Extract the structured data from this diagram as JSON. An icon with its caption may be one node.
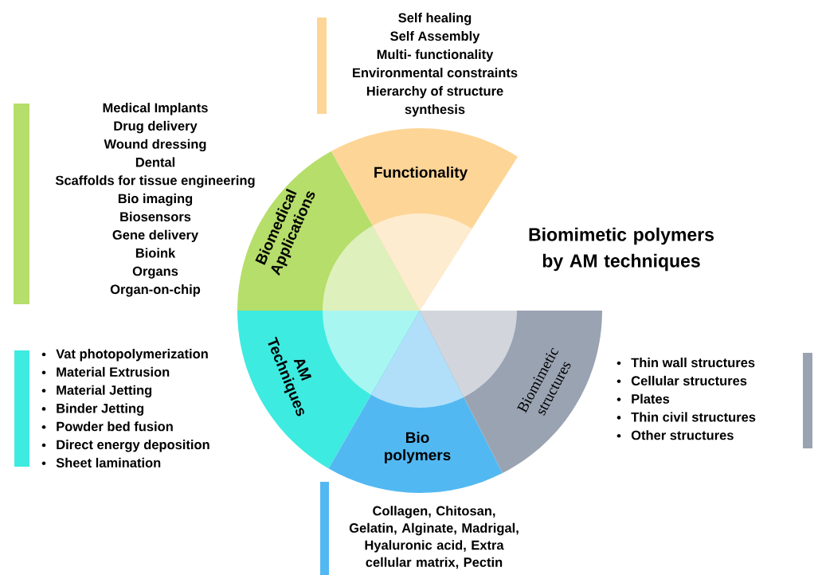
{
  "diagram": {
    "title": "Biomimetic polymers by AM techniques",
    "nodes": [
      {
        "text": [
          "Biomedical Applications"
        ],
        "beside": [
          "Medical Implants",
          "Drug delivery",
          "Wound dressing",
          "Dental",
          "Scaffolds for tissue engineering",
          "Bio imaging",
          "Biosensors",
          "Gene delivery",
          "Bioink",
          "Organs",
          "Organ-on-chip"
        ]
      },
      {
        "text": [
          "Functionality"
        ],
        "beside": [
          "Self healing",
          "Self Assembly",
          "Multi- functionality",
          "Environmental constraints",
          "Hierarchy of structure",
          "synthesis"
        ]
      },
      {
        "text": [
          "AM Techniques"
        ],
        "beside": [
          "Vat photopolymerization",
          "Material Extrusion",
          "Material Jetting",
          "Binder Jetting",
          "Powder bed fusion",
          "Direct energy deposition",
          "Sheet lamination"
        ]
      },
      {
        "text": [
          "Bio polymers"
        ],
        "beside": [
          "Collagen, Chitosan, Gelatin, Alginate, Madrigal, Hyaluronic acid, Extra cellular matrix, Pectin"
        ]
      },
      {
        "text": [
          "Biomimetic structures"
        ],
        "beside": [
          "Thin wall structures",
          "Cellular structures",
          "Plates",
          "Thin civil structures",
          "Other structures"
        ]
      }
    ]
  }
}
